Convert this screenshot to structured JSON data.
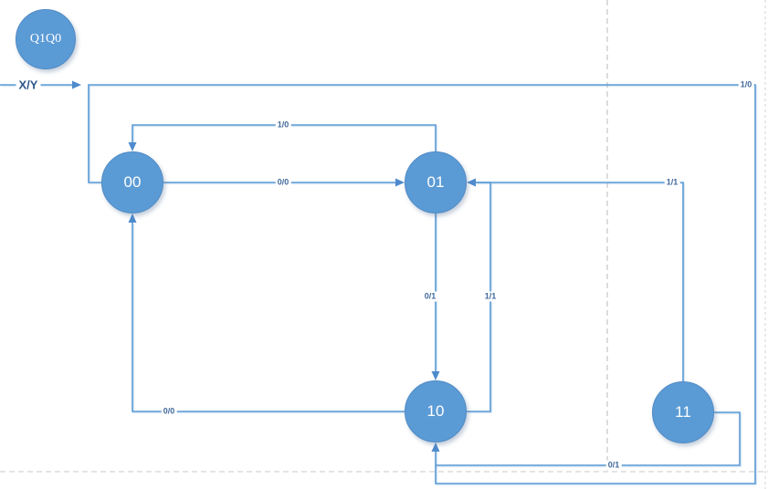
{
  "diagram": {
    "type": "state-machine",
    "legend": {
      "node_label": "Q1Q0",
      "input_label": "X/Y"
    },
    "states": [
      {
        "id": "00",
        "label": "00"
      },
      {
        "id": "01",
        "label": "01"
      },
      {
        "id": "10",
        "label": "10"
      },
      {
        "id": "11",
        "label": "11"
      }
    ],
    "transitions": [
      {
        "from": "00",
        "to": "10",
        "label": "1/0"
      },
      {
        "from": "01",
        "to": "00",
        "label": "1/0"
      },
      {
        "from": "00",
        "to": "01",
        "label": "0/0"
      },
      {
        "from": "01",
        "to": "10",
        "label": "0/1"
      },
      {
        "from": "10",
        "to": "01",
        "label": "1/1"
      },
      {
        "from": "11",
        "to": "01",
        "label": "1/1"
      },
      {
        "from": "10",
        "to": "00",
        "label": "0/0"
      },
      {
        "from": "11",
        "to": "10",
        "label": "0/1"
      }
    ],
    "colors": {
      "node_fill": "#5b9bd5",
      "node_border": "#4f8ac5",
      "connector": "#5b9bd5",
      "arrowhead": "#4e8bcd",
      "label_text": "#41699c",
      "page_break": "#c6c6c6"
    }
  }
}
